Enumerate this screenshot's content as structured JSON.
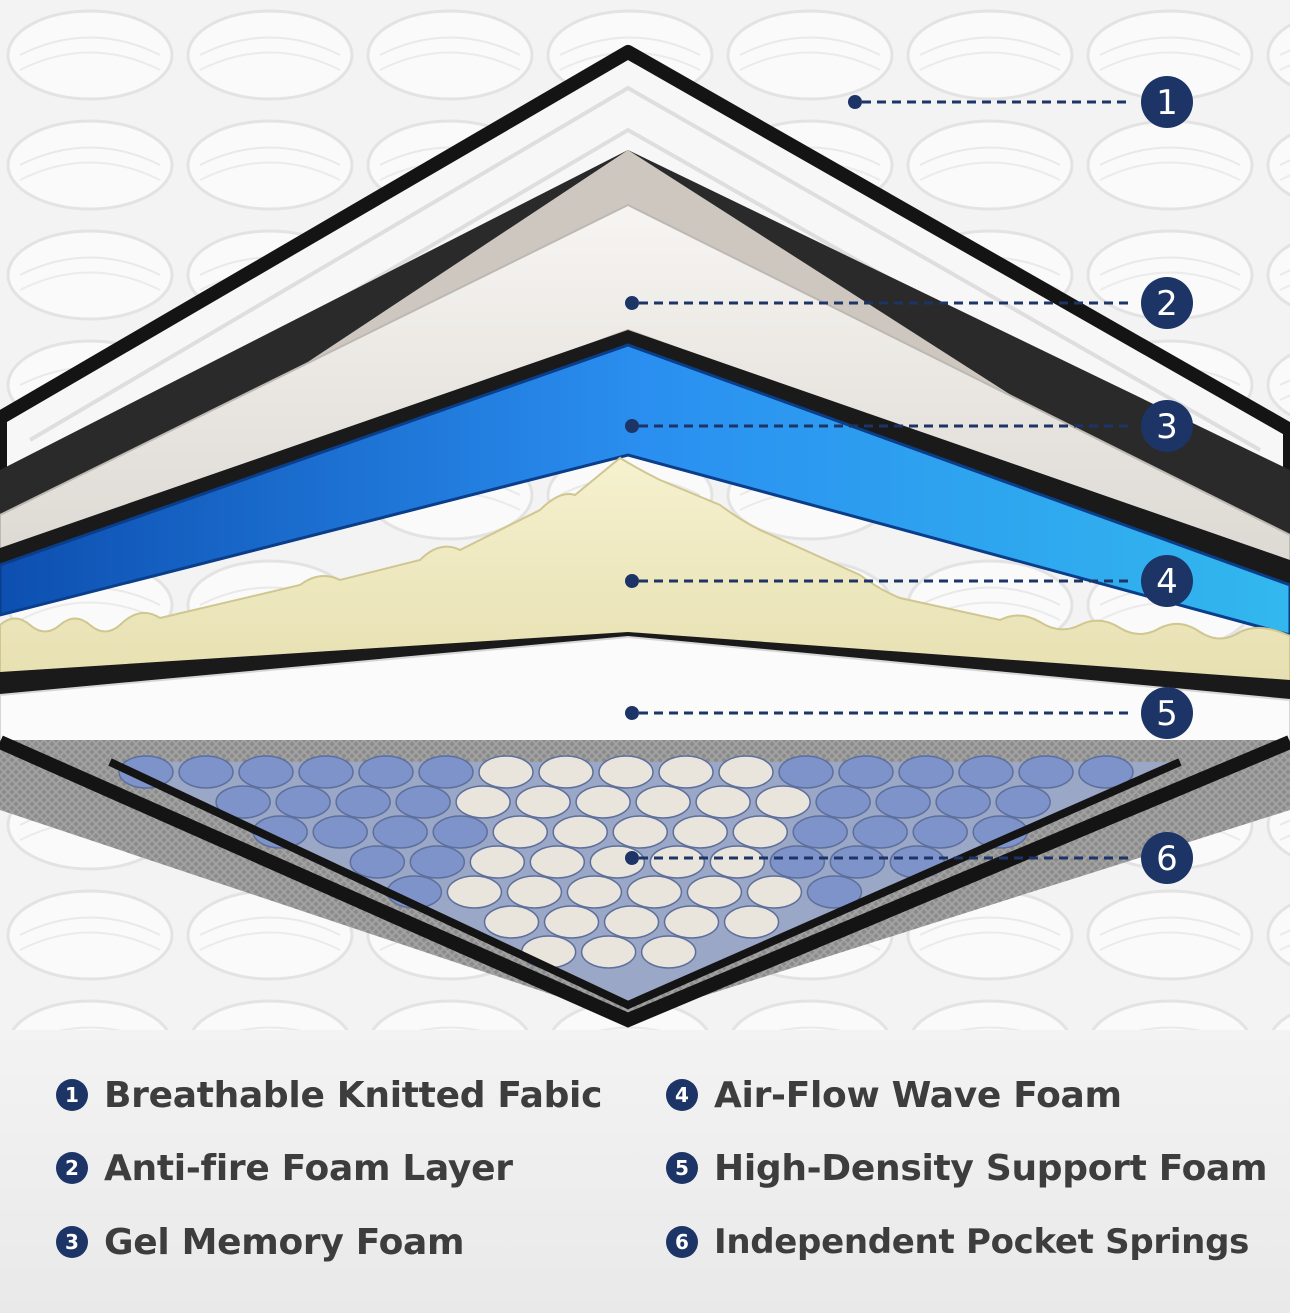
{
  "colors": {
    "accent": "#1c3466",
    "gel_blue": "#1e88e0",
    "wave_foam": "#f2ecc4",
    "border_black": "#141414",
    "knit_white": "#f4f4f4"
  },
  "callouts": [
    {
      "number": "1"
    },
    {
      "number": "2"
    },
    {
      "number": "3"
    },
    {
      "number": "4"
    },
    {
      "number": "5"
    },
    {
      "number": "6"
    }
  ],
  "legend": [
    {
      "number": "1",
      "label": "Breathable Knitted Fabic"
    },
    {
      "number": "2",
      "label": "Anti-fire Foam Layer"
    },
    {
      "number": "3",
      "label": "Gel Memory Foam"
    },
    {
      "number": "4",
      "label": "Air-Flow Wave Foam"
    },
    {
      "number": "5",
      "label": "High-Density Support Foam"
    },
    {
      "number": "6",
      "label": "Independent Pocket Springs"
    }
  ]
}
